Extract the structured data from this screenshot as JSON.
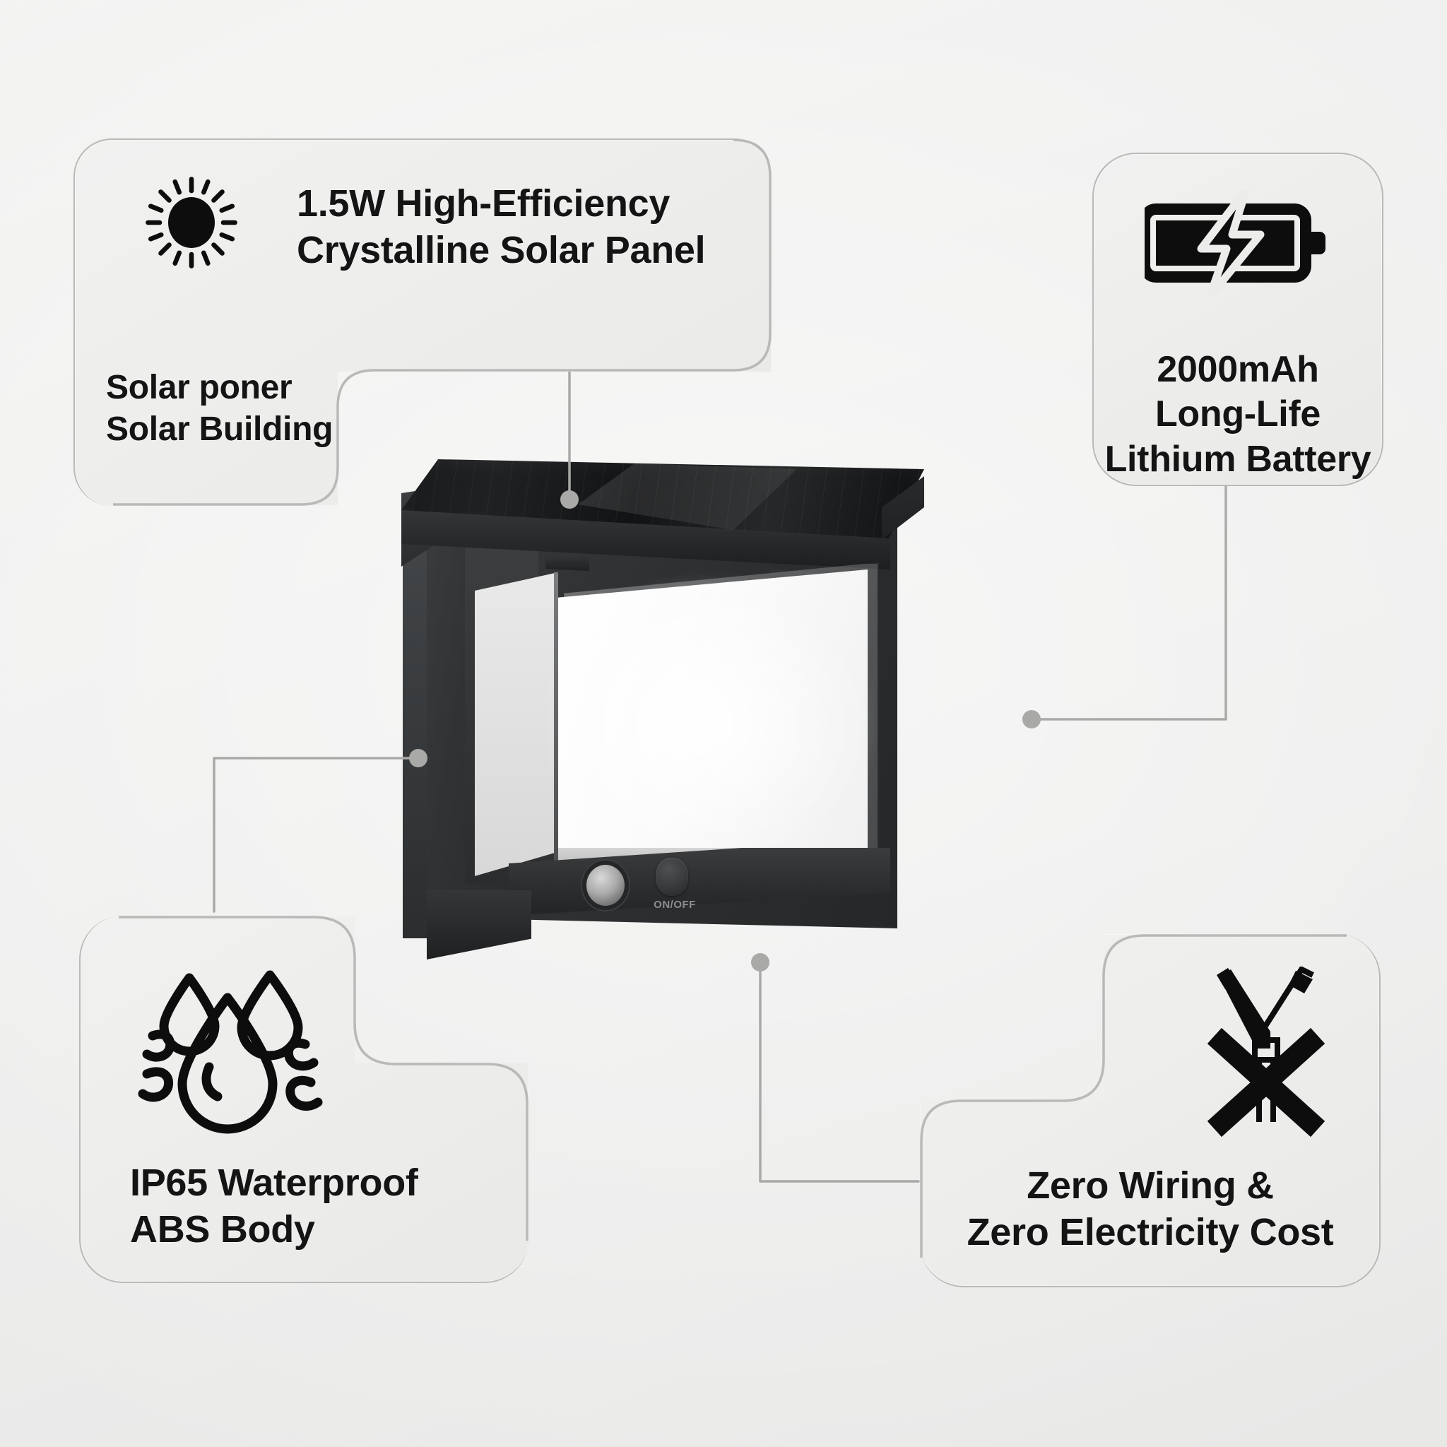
{
  "page": {
    "background_color": "#ececeb",
    "card_border_color": "#b9b9b7",
    "text_color": "#141414",
    "connector_color": "#a9a9a7",
    "product_body_color": "#2e3032",
    "diffuser_color": "#ffffff"
  },
  "callouts": [
    {
      "id": "solar-panel",
      "icon": "sun-icon",
      "headline": "1.5W High-Efficiency\nCrystalline Solar Panel",
      "subtext": "Solar poner\nSolar Building"
    },
    {
      "id": "battery",
      "icon": "battery-charging-icon",
      "headline": "2000mAh\nLong-Life\nLithium Battery"
    },
    {
      "id": "waterproof",
      "icon": "water-drops-icon",
      "headline": "IP65 Waterproof\nABS Body"
    },
    {
      "id": "zero-wiring",
      "icon": "crossed-wires-icon",
      "headline": "Zero Wiring &\nZero Electricity Cost"
    }
  ],
  "product": {
    "name": "solar-wall-light",
    "power_button_label": "ON/OFF"
  }
}
